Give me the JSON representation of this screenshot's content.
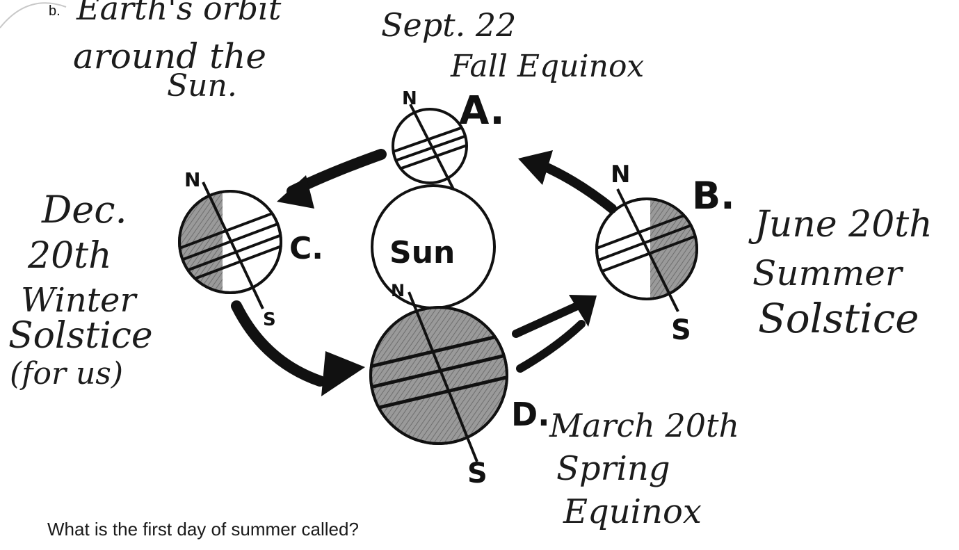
{
  "item_letter": "b.",
  "title_lines": [
    "Earth's orbit",
    "around the",
    "Sun."
  ],
  "sun_label": "Sun",
  "positions": {
    "A": {
      "letter": "A.",
      "date": "Sept. 22",
      "season": "Fall Equinox",
      "north": "N"
    },
    "B": {
      "letter": "B.",
      "date": "June 20th",
      "season_lines": [
        "Summer",
        "Solstice"
      ],
      "north": "N",
      "south": "S"
    },
    "C": {
      "letter": "C.",
      "date_lines": [
        "Dec.",
        "20th"
      ],
      "season_lines": [
        "Winter",
        "Solstice",
        "(for us)"
      ],
      "north": "N",
      "south": "S"
    },
    "D": {
      "letter": "D.",
      "date": "March 20th",
      "season_lines": [
        "Spring",
        "Equinox"
      ],
      "north": "N",
      "south": "S"
    }
  },
  "question": "What is the first day of summer called?"
}
